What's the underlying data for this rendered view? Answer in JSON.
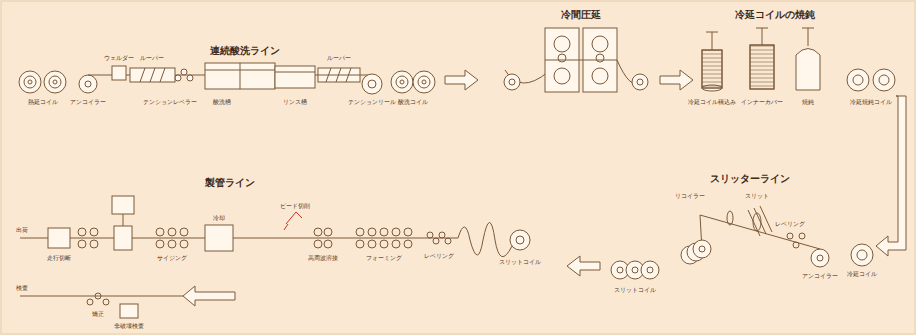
{
  "diagram": {
    "labels": [
      "連続酸洗ライン",
      "熱延コイル",
      "アンコイラー",
      "ウェルダー",
      "ルーパー",
      "テンションレベラー",
      "酸洗槽",
      "リンス槽",
      "ルーパー",
      "テンションリール",
      "酸洗コイル",
      "冷間圧延",
      "冷延コイルの焼鈍",
      "冷延コイル積込み",
      "インナーカバー",
      "焼鈍",
      "冷延焼鈍コイル",
      "スリッターライン",
      "リコイラー",
      "スリット",
      "レベリング",
      "アンコイラー",
      "冷延コイル",
      "スリットコイル",
      "製管ライン",
      "スリットコイル",
      "レベリング",
      "フォーミング",
      "高周波溶接",
      "ビード切削",
      "冷却",
      "サイジング",
      "走行切断",
      "出荷",
      "検査",
      "矯正",
      "非破壊検査"
    ]
  }
}
